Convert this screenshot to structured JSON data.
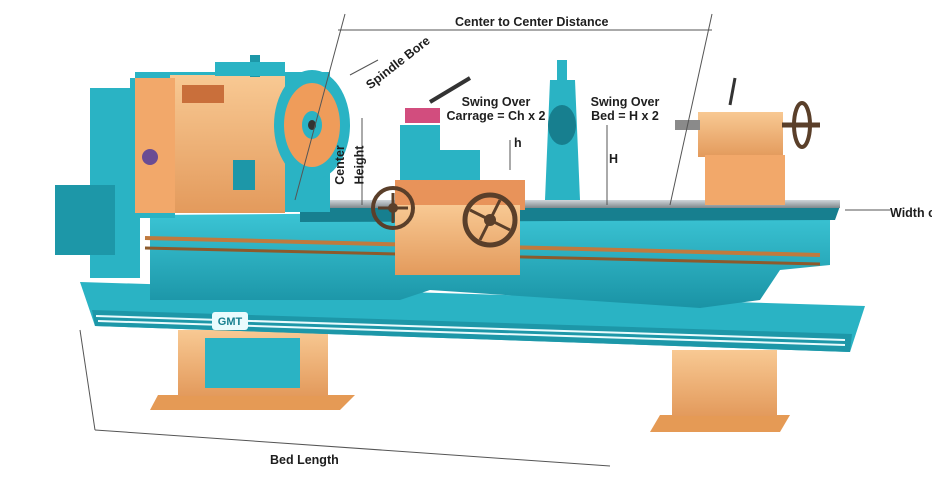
{
  "labels": {
    "center_to_center": "Center to Center Distance",
    "spindle_bore": "Spindle Bore",
    "swing_carriage_line1": "Swing Over",
    "swing_carriage_line2": "Carrage = Ch x 2",
    "swing_bed_line1": "Swing Over",
    "swing_bed_line2": "Bed = H x 2",
    "center_height_line1": "Center",
    "center_height_line2": "Height",
    "h_small": "h",
    "h_large": "H",
    "width_of_bed": "Width o",
    "bed_length": "Bed Length",
    "logo_text": "GMT"
  },
  "colors": {
    "teal": "#2ab3c4",
    "teal_dark": "#177f8f",
    "peach": "#f5b87c",
    "peach_dark": "#d8894a",
    "steel": "#9aa3a8",
    "dim_line": "#555555"
  }
}
